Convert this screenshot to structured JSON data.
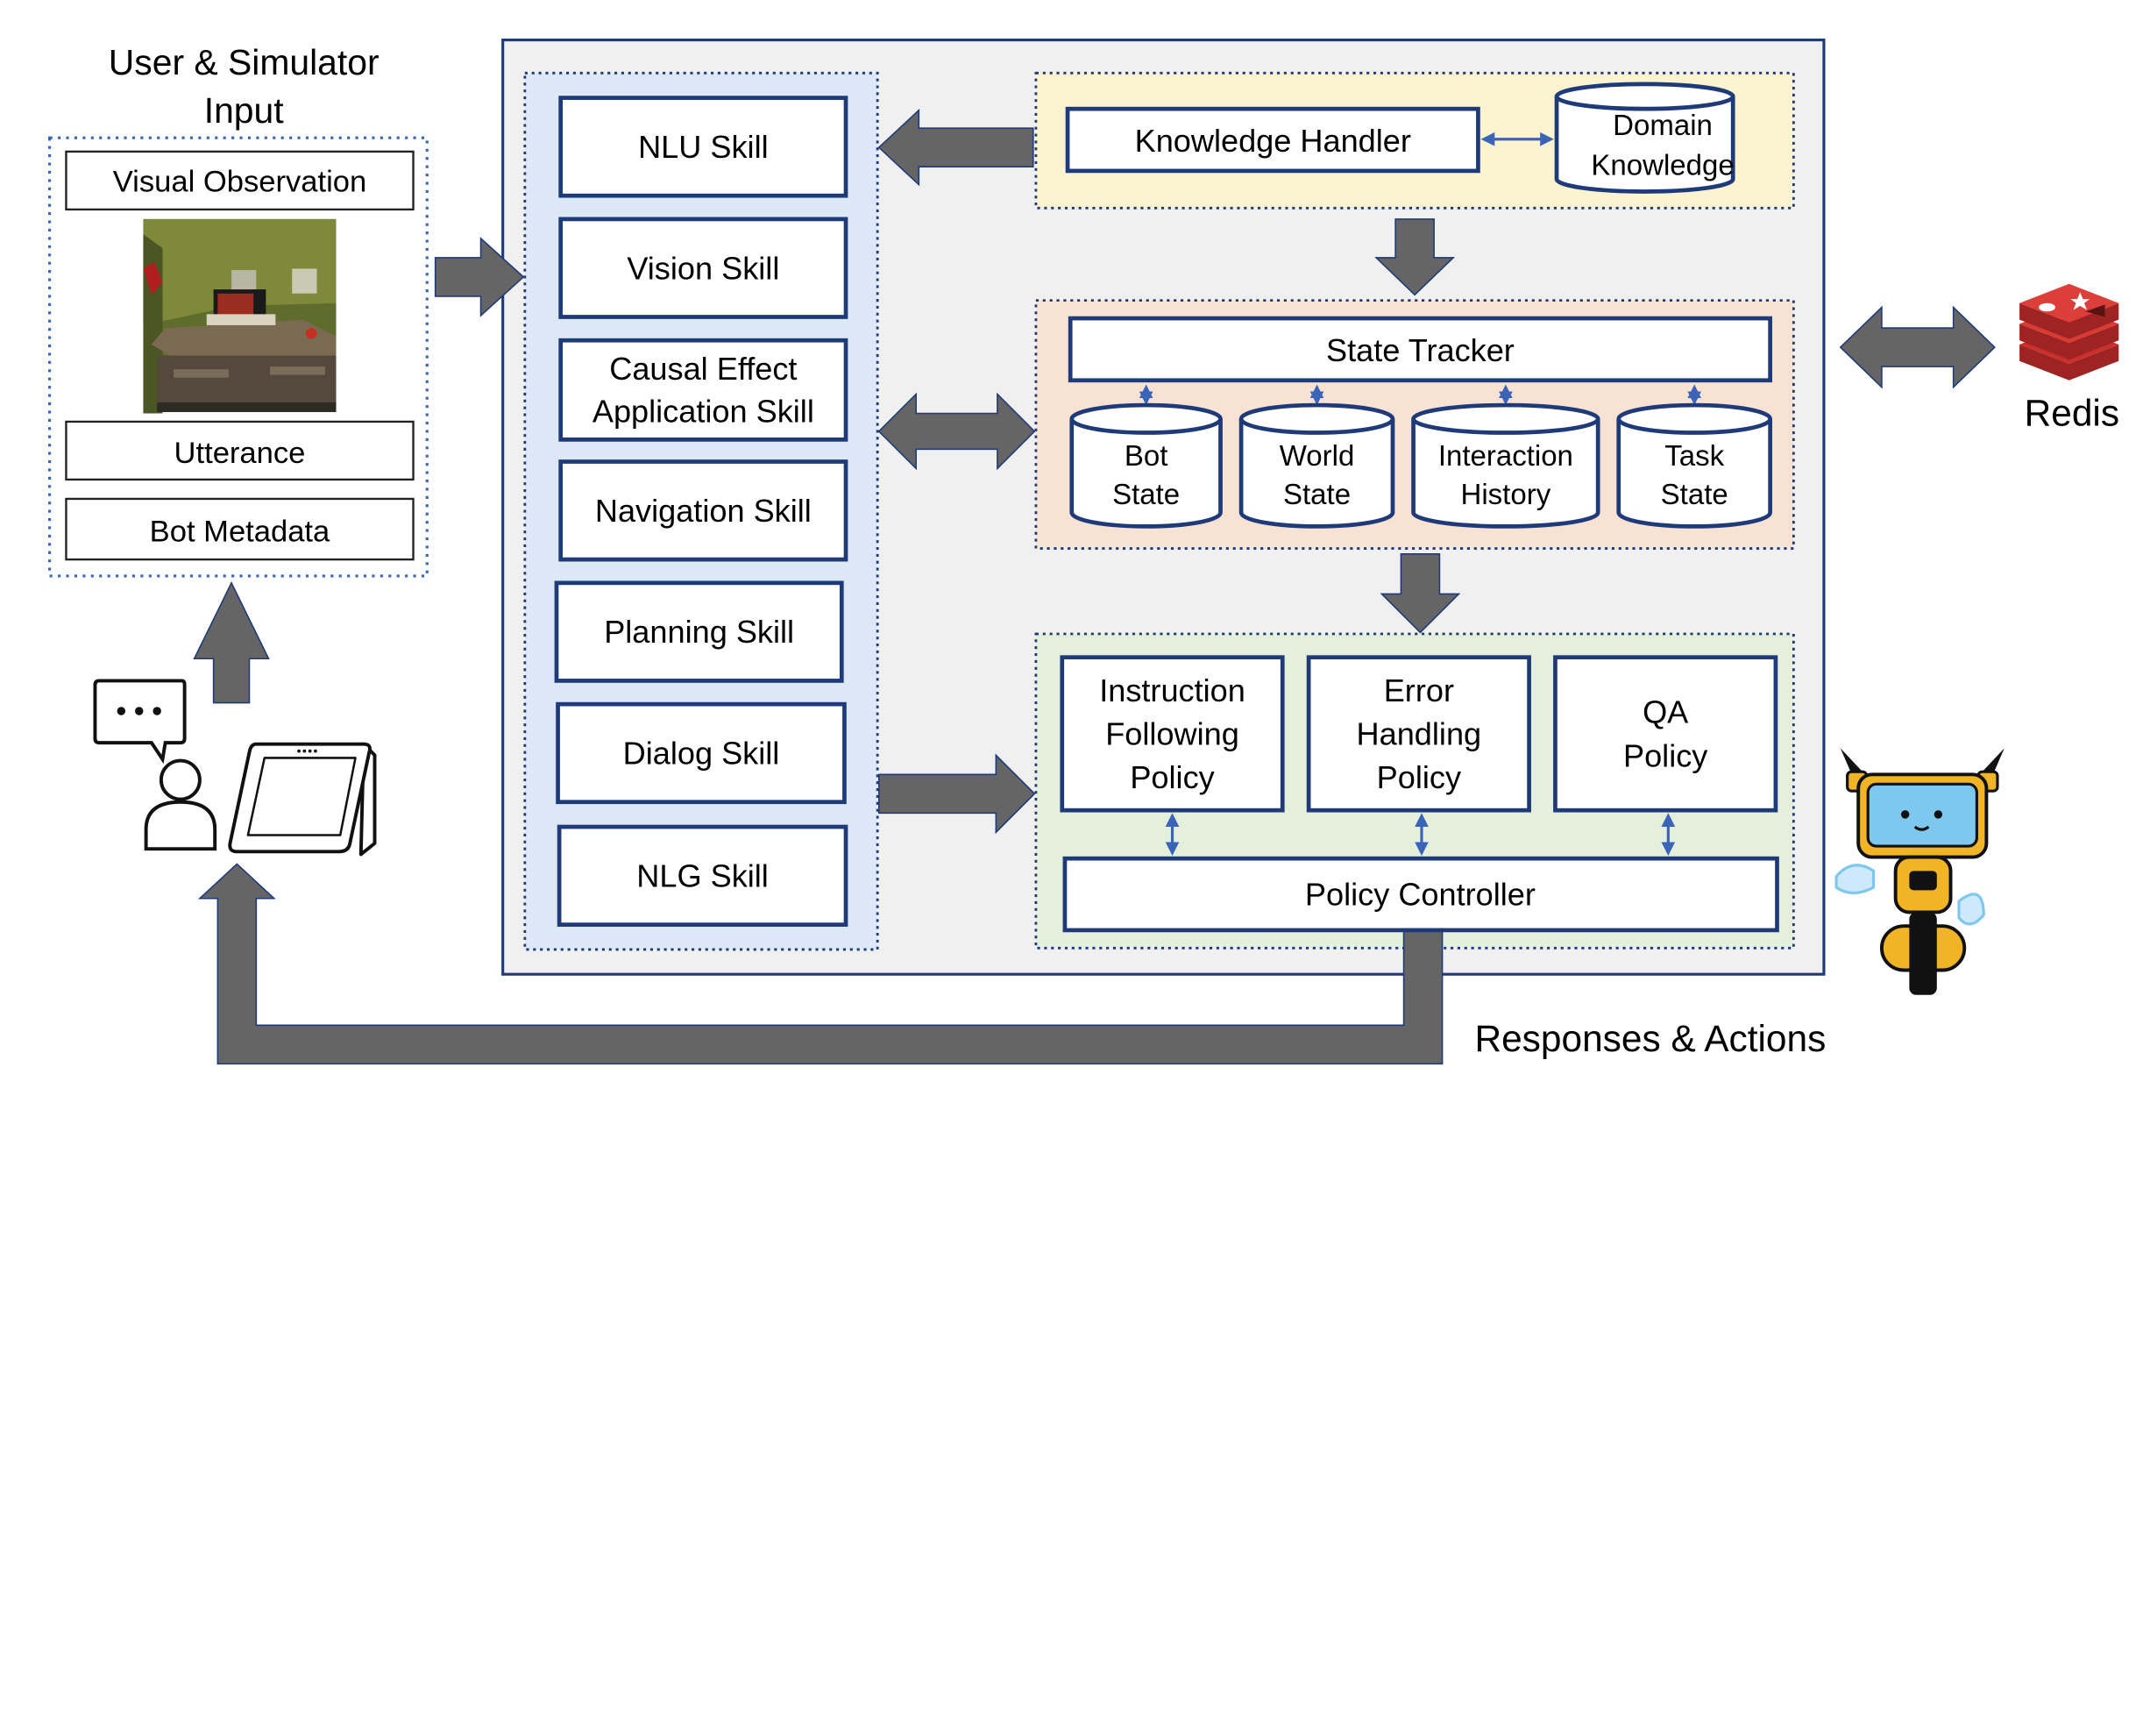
{
  "input_panel": {
    "title_line1": "User & Simulator",
    "title_line2": "Input",
    "visual_observation": "Visual Observation",
    "utterance": "Utterance",
    "bot_metadata": "Bot Metadata"
  },
  "skills": [
    {
      "lines": [
        "NLU Skill"
      ]
    },
    {
      "lines": [
        "Vision Skill"
      ]
    },
    {
      "lines": [
        "Causal Effect",
        "Application Skill"
      ]
    },
    {
      "lines": [
        "Navigation Skill"
      ]
    },
    {
      "lines": [
        "Planning Skill"
      ]
    },
    {
      "lines": [
        "Dialog Skill"
      ]
    },
    {
      "lines": [
        "NLG Skill"
      ]
    }
  ],
  "knowledge": {
    "handler": "Knowledge Handler",
    "domain_line1": "Domain",
    "domain_line2": "Knowledge"
  },
  "state": {
    "tracker": "State Tracker",
    "stores": [
      {
        "line1": "Bot",
        "line2": "State"
      },
      {
        "line1": "World",
        "line2": "State"
      },
      {
        "line1": "Interaction",
        "line2": "History"
      },
      {
        "line1": "Task",
        "line2": "State"
      }
    ]
  },
  "policy": {
    "policies": [
      {
        "lines": [
          "Instruction",
          "Following",
          "Policy"
        ]
      },
      {
        "lines": [
          "Error",
          "Handling",
          "Policy"
        ]
      },
      {
        "lines": [
          "QA",
          "Policy"
        ]
      }
    ],
    "controller": "Policy Controller"
  },
  "redis_label": "Redis",
  "responses_label": "Responses & Actions",
  "colors": {
    "navy": "#1f3a78",
    "arrow_gray": "#656565",
    "main_bg": "#f0f0f0",
    "skills_bg": "#dce8f5",
    "knowledge_bg": "#fcf3d1",
    "state_bg": "#f7e2d4",
    "policy_bg": "#e4efdc",
    "accent_blue": "#3b63b7",
    "redis_red": "#c9302c"
  }
}
